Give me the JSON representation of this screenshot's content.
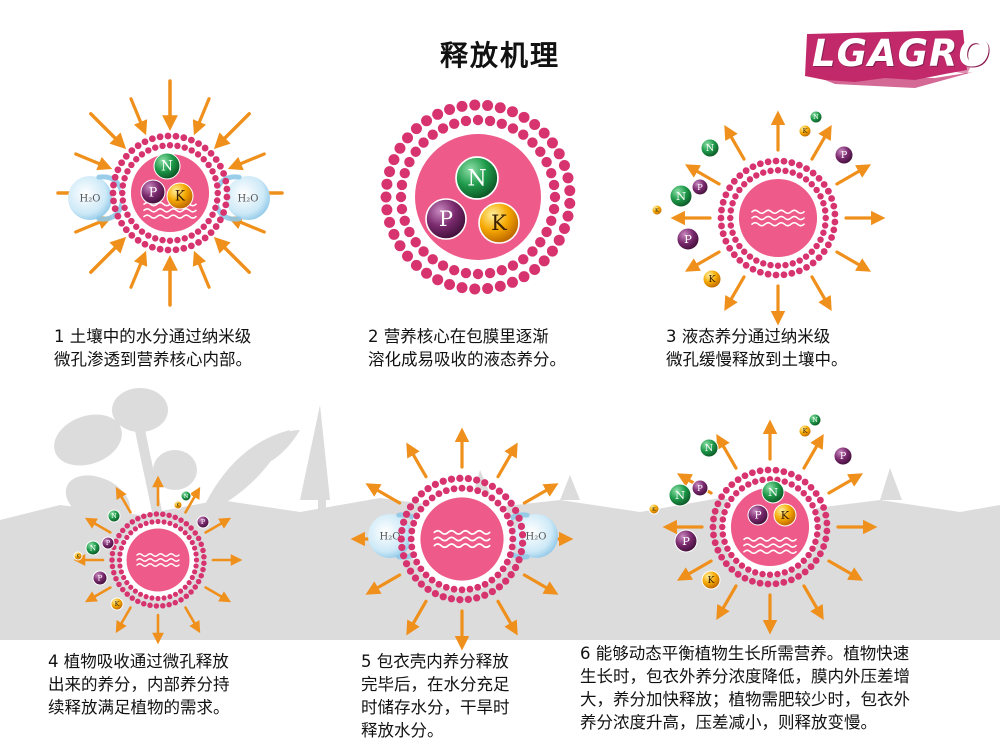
{
  "page": {
    "title": "释放机理",
    "logo": "LGAGRO"
  },
  "labels": {
    "N": "N",
    "P": "P",
    "K": "K",
    "water": "H₂O"
  },
  "panels": [
    {
      "lines": [
        "1  土壤中的水分通过纳米级",
        "微孔渗透到营养核心内部。"
      ]
    },
    {
      "lines": [
        "2  营养核心在包膜里逐渐",
        "溶化成易吸收的液态养分。"
      ]
    },
    {
      "lines": [
        "3  液态养分通过纳米级",
        "微孔缓慢释放到土壤中。"
      ]
    },
    {
      "lines": [
        "4  植物吸收通过微孔释放",
        "出来的养分，内部养分持",
        "续释放满足植物的需求。"
      ]
    },
    {
      "lines": [
        "5  包衣壳内养分释放",
        "完毕后，在水分充足",
        "时储存水分，干旱时",
        "释放水分。"
      ]
    },
    {
      "lines": [
        "6  能够动态平衡植物生长所需营养。植物快速",
        "生长时，包衣外养分浓度降低，膜内外压差增",
        "大，养分加快释放；植物需肥较少时，包衣外",
        "养分浓度升高，压差减小，则释放变慢。"
      ]
    }
  ],
  "colors": {
    "core": "#ee5a8a",
    "bead": "#d6336f",
    "arrow": "#f0901c",
    "water": "#9fd3ee",
    "nitrogen": "#1e9a4a",
    "phosphorus": "#7a2a6e",
    "potassium": "#f5a800",
    "logo": "#c2296a",
    "silhouette": "#dcdcdc"
  }
}
